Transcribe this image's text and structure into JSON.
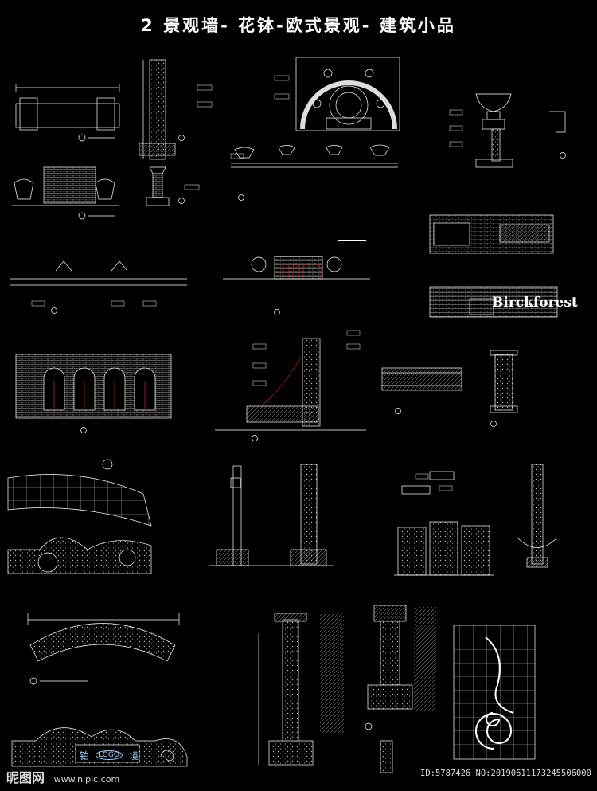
{
  "title": "2 景观墙- 花钵-欧式景观- 建筑小品",
  "brand_text": "Birckforest",
  "logo": {
    "left": "铂",
    "center": "LOGO",
    "right": "境"
  },
  "watermark": {
    "site_cn": "昵图网",
    "site_url": "www.nipic.com",
    "id_text": "ID:5787426 NO:20190611173245506000"
  },
  "colors": {
    "background": "#000000",
    "lines": "#ffffff",
    "accent_red": "#d22020",
    "accent_yellow": "#e8c84a"
  }
}
